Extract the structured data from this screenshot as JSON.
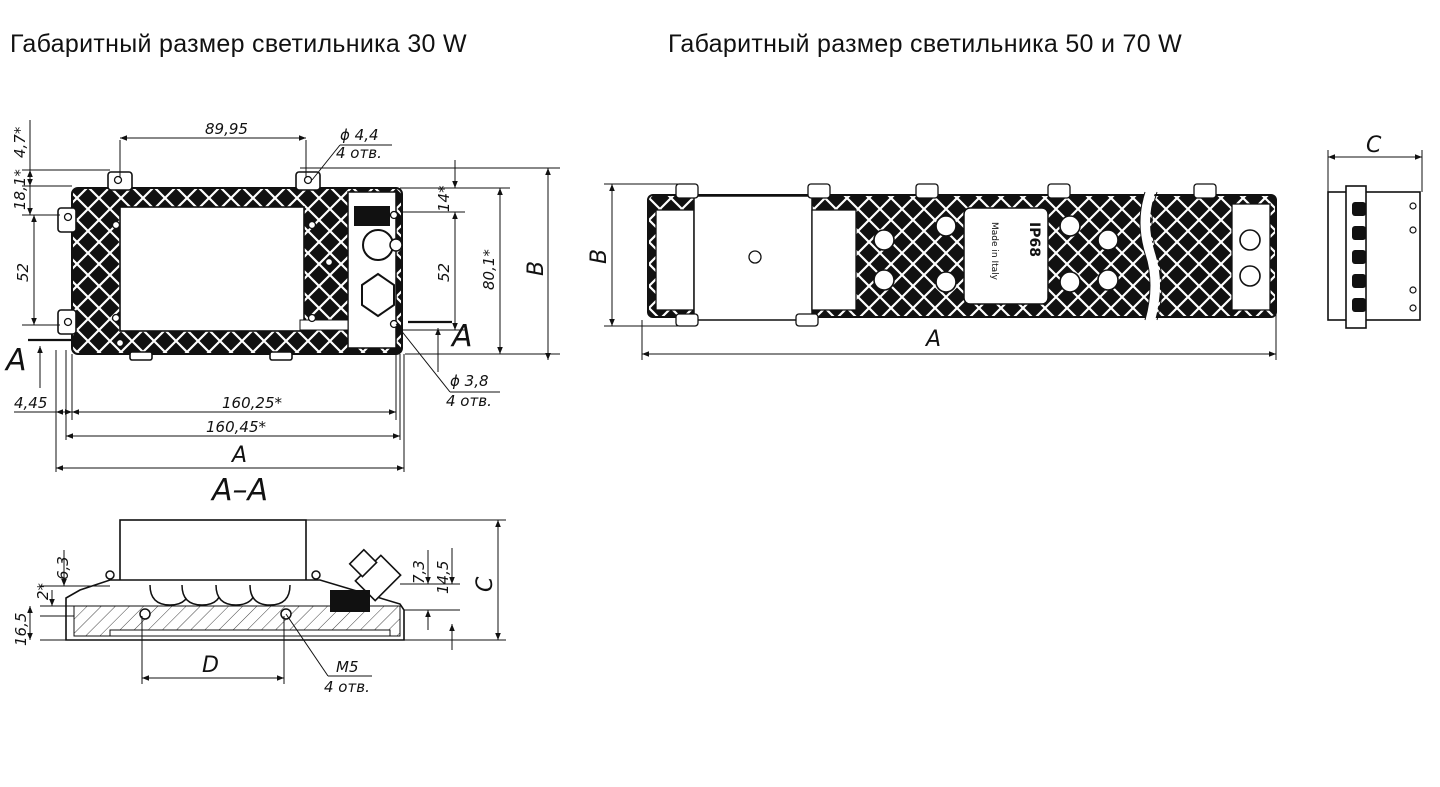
{
  "titles": {
    "left": "Габаритный размер светильника 30 W",
    "right": "Габаритный размер светильника 50 и 70 W"
  },
  "dims_left": {
    "d_89_95": "89,95",
    "d_phi_4_4": "ϕ 4,4",
    "d_4_otv_a": "4 отв.",
    "d_4_7": "4,7*",
    "d_18_1": "18,1*",
    "d_52_left": "52",
    "d_14": "14*",
    "d_52_right": "52",
    "d_80_1": "80,1*",
    "d_B": "B",
    "sec_A_left": "A",
    "sec_A_right": "A",
    "d_phi_3_8": "ϕ 3,8",
    "d_4_otv_b": "4 отв.",
    "d_4_45": "4,45",
    "d_160_25": "160,25*",
    "d_160_45": "160,45*",
    "d_A": "A",
    "section_label": "A–A"
  },
  "dims_section": {
    "d_6_3": "6,3",
    "d_2": "2*",
    "d_16_5": "16,5",
    "d_7_3": "7,3",
    "d_14_5": "14,5",
    "d_C": "C",
    "d_D": "D",
    "d_M5": "M5",
    "d_4_otv_c": "4 отв."
  },
  "dims_right": {
    "d_B": "B",
    "d_A": "A",
    "d_C": "C"
  },
  "label_text": {
    "ip": "IP68",
    "made": "Made in Italy"
  }
}
